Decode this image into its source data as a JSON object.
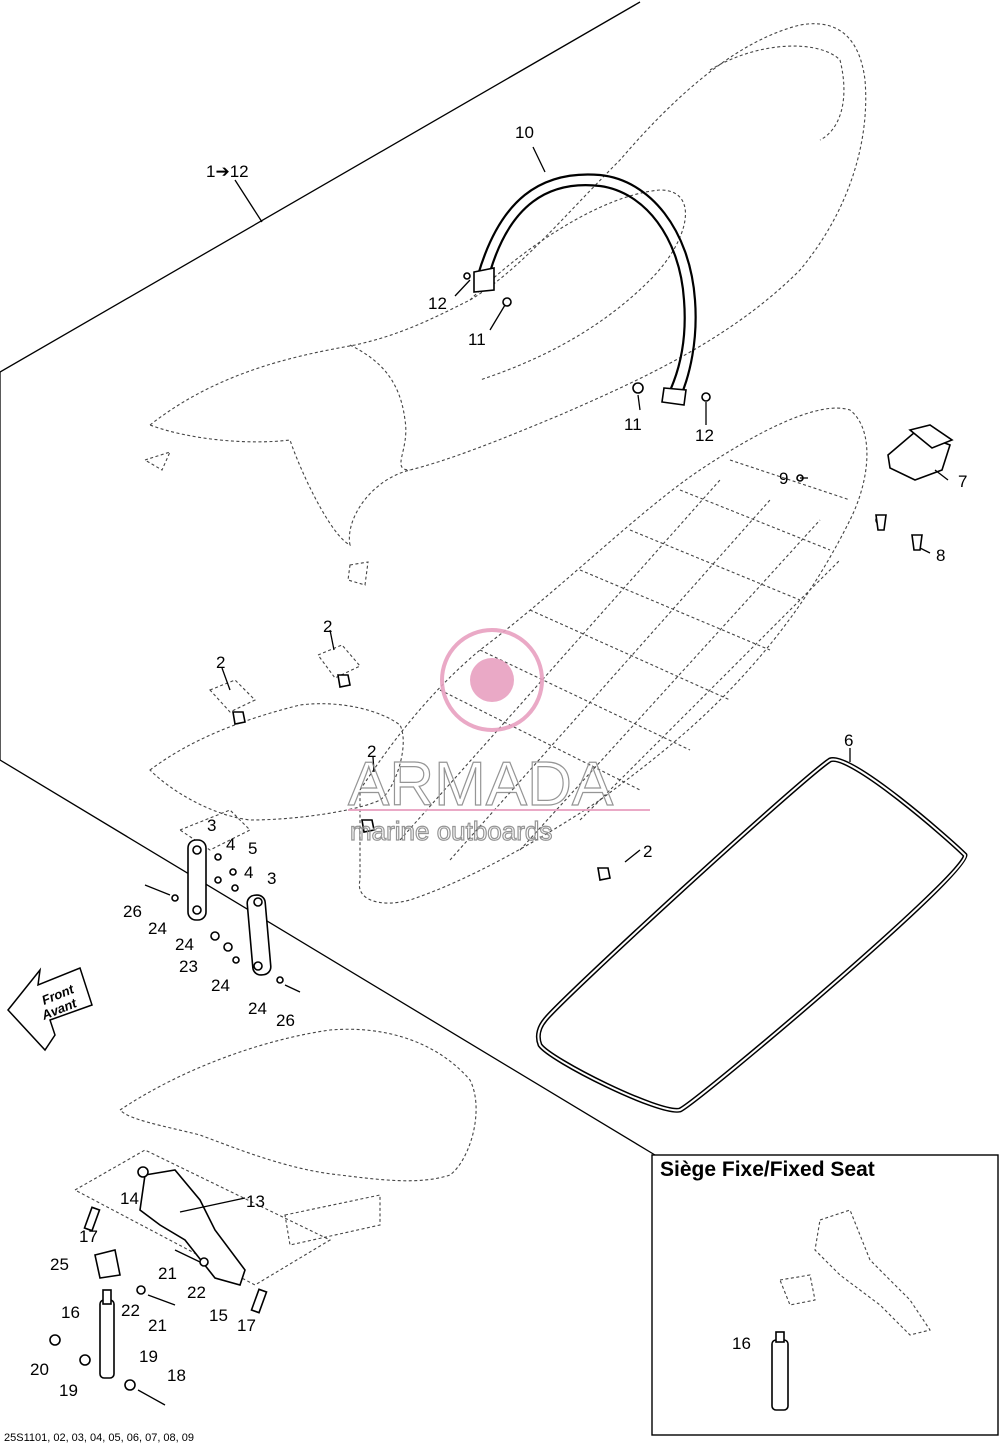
{
  "diagram": {
    "callouts": [
      {
        "id": "1-12",
        "text": "1➔12"
      },
      {
        "id": "10",
        "text": "10"
      },
      {
        "id": "12a",
        "text": "12"
      },
      {
        "id": "11a",
        "text": "11"
      },
      {
        "id": "11b",
        "text": "11"
      },
      {
        "id": "12b",
        "text": "12"
      },
      {
        "id": "9",
        "text": "9"
      },
      {
        "id": "7",
        "text": "7"
      },
      {
        "id": "8",
        "text": "8"
      },
      {
        "id": "2a",
        "text": "2"
      },
      {
        "id": "2b",
        "text": "2"
      },
      {
        "id": "2c",
        "text": "2"
      },
      {
        "id": "2d",
        "text": "2"
      },
      {
        "id": "6",
        "text": "6"
      },
      {
        "id": "3a",
        "text": "3"
      },
      {
        "id": "4a",
        "text": "4"
      },
      {
        "id": "5",
        "text": "5"
      },
      {
        "id": "4b",
        "text": "4"
      },
      {
        "id": "3b",
        "text": "3"
      },
      {
        "id": "26a",
        "text": "26"
      },
      {
        "id": "24a",
        "text": "24"
      },
      {
        "id": "24b",
        "text": "24"
      },
      {
        "id": "23",
        "text": "23"
      },
      {
        "id": "24c",
        "text": "24"
      },
      {
        "id": "24d",
        "text": "24"
      },
      {
        "id": "26b",
        "text": "26"
      },
      {
        "id": "14",
        "text": "14"
      },
      {
        "id": "13",
        "text": "13"
      },
      {
        "id": "17a",
        "text": "17"
      },
      {
        "id": "25",
        "text": "25"
      },
      {
        "id": "21a",
        "text": "21"
      },
      {
        "id": "22a",
        "text": "22"
      },
      {
        "id": "16a",
        "text": "16"
      },
      {
        "id": "22b",
        "text": "22"
      },
      {
        "id": "21b",
        "text": "21"
      },
      {
        "id": "15",
        "text": "15"
      },
      {
        "id": "17b",
        "text": "17"
      },
      {
        "id": "20",
        "text": "20"
      },
      {
        "id": "19a",
        "text": "19"
      },
      {
        "id": "19b",
        "text": "19"
      },
      {
        "id": "18",
        "text": "18"
      },
      {
        "id": "16b",
        "text": "16"
      }
    ],
    "front_label": {
      "line1": "Front",
      "line2": "Avant"
    },
    "inset_title": "Siège Fixe/Fixed Seat",
    "drawing_code": "25S1101, 02, 03, 04, 05, 06, 07, 08, 09"
  },
  "watermark": {
    "brand": "ARMADA",
    "tagline": "marine outboards",
    "color": "#e8a0c0"
  }
}
